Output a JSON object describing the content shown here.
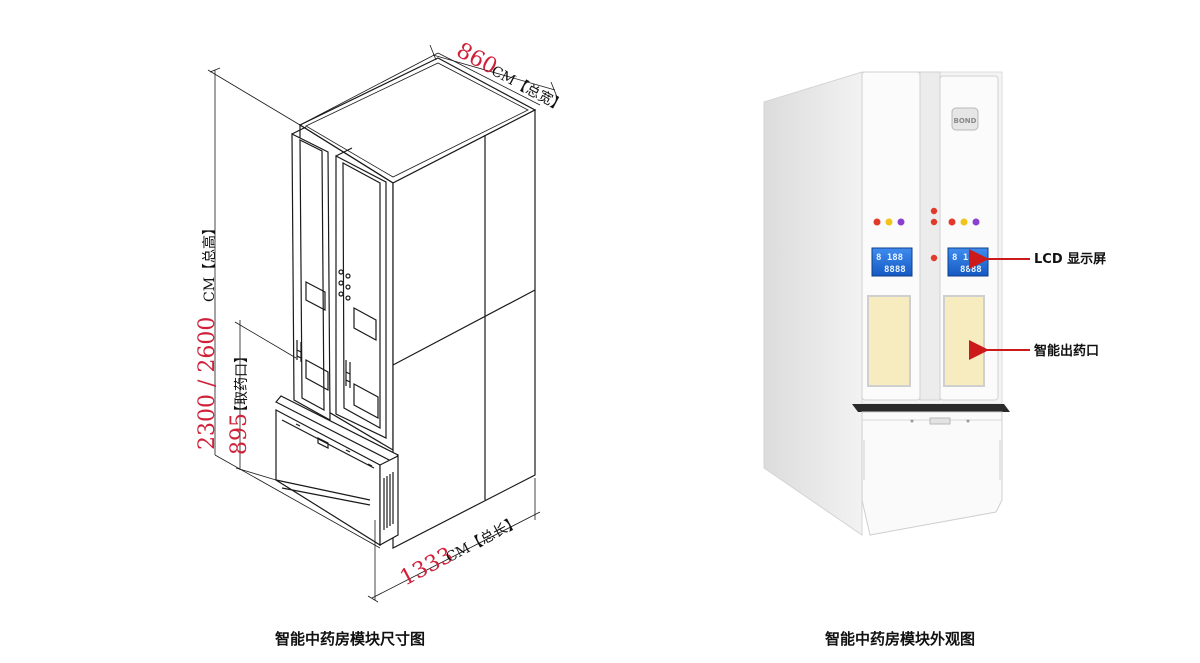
{
  "left_figure": {
    "width_value": "860",
    "width_unit": "CM【总宽】",
    "height_value": "2300 / 2600",
    "height_unit": "CM【总高】",
    "outlet_value": "895",
    "outlet_unit": "【取药口】",
    "length_value": "1333",
    "length_unit": "CM【总长】",
    "caption": "智能中药房模块尺寸图"
  },
  "right_figure": {
    "brand": "BOND",
    "lcd_left_line1": "8 188",
    "lcd_left_line2": "8888",
    "lcd_right_line1": "8 188",
    "lcd_right_line2": "8888",
    "callout_lcd": "LCD 显示屏",
    "callout_outlet": "智能出药口",
    "caption": "智能中药房模块外观图"
  },
  "colors": {
    "dimension_red": "#d0213a",
    "callout_arrow": "#cc1a1a",
    "lcd_blue": "#1e6fe0",
    "outlet_yellow": "#f6ecc0",
    "indicator_red": "#e23a2a",
    "indicator_yellow": "#f0c419",
    "indicator_purple": "#8a3fd0"
  }
}
